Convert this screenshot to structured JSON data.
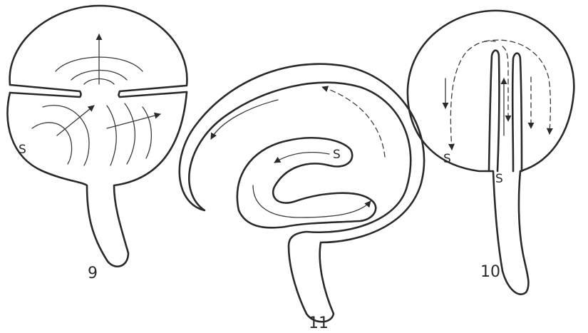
{
  "figures": [
    {
      "number": "9",
      "labels": [
        "S"
      ]
    },
    {
      "number": "11",
      "labels": [
        "S"
      ]
    },
    {
      "number": "10",
      "labels": [
        "S",
        "S"
      ]
    }
  ],
  "colors": {
    "ink": "#2a2a2a",
    "paper": "#ffffff"
  },
  "arrow_styles": [
    "solid",
    "dashed"
  ]
}
